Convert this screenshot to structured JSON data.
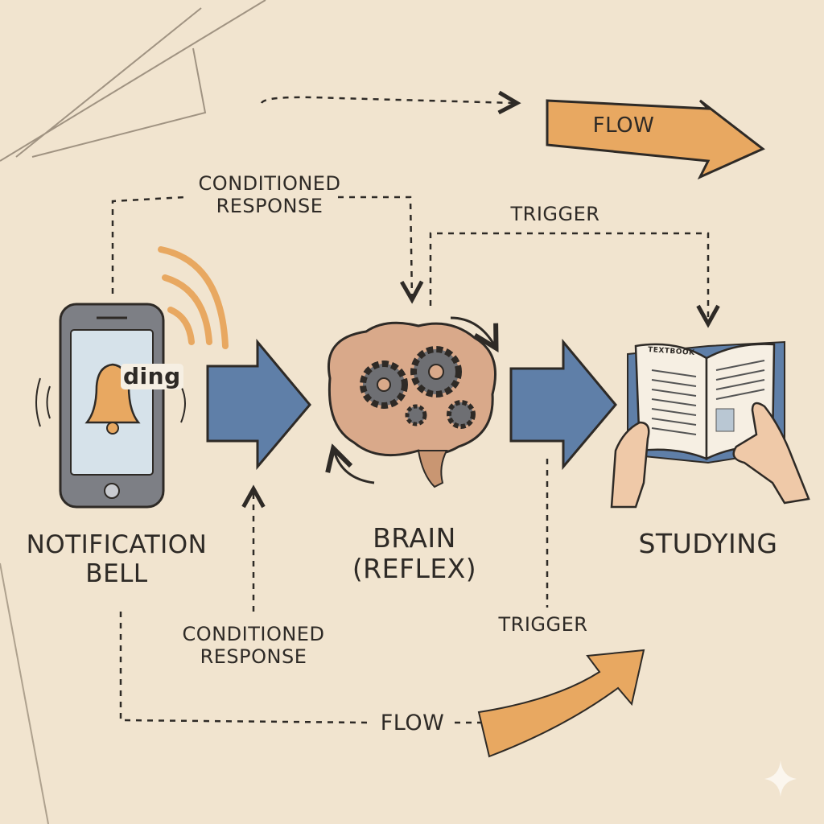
{
  "labels": {
    "conditioned_response_top": [
      "CONDITIONED",
      "RESPONSE"
    ],
    "trigger_top": "TRIGGER",
    "flow_top": "FLOW",
    "ding": "ding",
    "notification_bell": [
      "NOTIFICATION",
      "BELL"
    ],
    "brain": [
      "BRAIN",
      "(REFLEX)"
    ],
    "studying": "STUDYING",
    "conditioned_response_bottom": [
      "CONDITIONED",
      "RESPONSE"
    ],
    "trigger_bottom": "TRIGGER",
    "flow_bottom": "FLOW",
    "textbook": "TEXTBOOK"
  },
  "colors": {
    "background": "#f1e4cf",
    "orange": "#e8a861",
    "blue_arrow": "#5f7fa8",
    "ink": "#2e2a26",
    "gear": "#6e6f73",
    "brain": "#d9a98a"
  }
}
